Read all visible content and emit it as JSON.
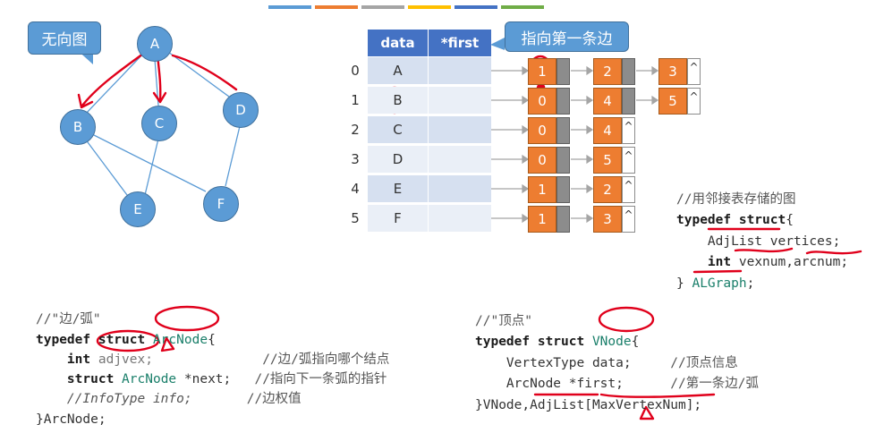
{
  "undirected_graph_label": "无向图",
  "first_edge_label": "指向第一条边",
  "graph_nodes": [
    "A",
    "B",
    "C",
    "D",
    "E",
    "F"
  ],
  "table": {
    "headers": [
      "data",
      "*first"
    ],
    "rows": [
      {
        "index": "0",
        "data": "A",
        "arcs": [
          {
            "v": "1",
            "end": false
          },
          {
            "v": "2",
            "end": false
          },
          {
            "v": "3",
            "end": true
          }
        ]
      },
      {
        "index": "1",
        "data": "B",
        "arcs": [
          {
            "v": "0",
            "end": false
          },
          {
            "v": "4",
            "end": false
          },
          {
            "v": "5",
            "end": true
          }
        ]
      },
      {
        "index": "2",
        "data": "C",
        "arcs": [
          {
            "v": "0",
            "end": false
          },
          {
            "v": "4",
            "end": true
          }
        ]
      },
      {
        "index": "3",
        "data": "D",
        "arcs": [
          {
            "v": "0",
            "end": false
          },
          {
            "v": "5",
            "end": true
          }
        ]
      },
      {
        "index": "4",
        "data": "E",
        "arcs": [
          {
            "v": "1",
            "end": false
          },
          {
            "v": "2",
            "end": true
          }
        ]
      },
      {
        "index": "5",
        "data": "F",
        "arcs": [
          {
            "v": "1",
            "end": false
          },
          {
            "v": "3",
            "end": true
          }
        ]
      }
    ],
    "null_marker": "^"
  },
  "algraph_code": {
    "comment": "//用邻接表存储的图",
    "l1_kw": "typedef struct",
    "l1_rest": "{",
    "l2_type": "AdjList",
    "l2_rest": " vertices;",
    "l3_kw": "int",
    "l3_rest": " vexnum,arcnum;",
    "l4_brace": "} ",
    "l4_name": "ALGraph",
    "l4_end": ";"
  },
  "arcnode_code": {
    "comment": "//\"边/弧\"",
    "l1_kw": "typedef struct",
    "l1_name": "ArcNode",
    "l1_end": "{",
    "l2_kw": "int",
    "l2_field": " adjvex;",
    "l2_comment": "//边/弧指向哪个结点",
    "l3_kw": "struct",
    "l3_type": " ArcNode",
    "l3_rest": " *next;",
    "l3_comment": "//指向下一条弧的指针",
    "l4_text": "//InfoType info;",
    "l4_comment": "//边权值",
    "l5": "}ArcNode;"
  },
  "vnode_code": {
    "comment": "//\"顶点\"",
    "l1_kw": "typedef struct",
    "l1_name": "VNode",
    "l1_end": "{",
    "l2_text": "VertexType data;",
    "l2_comment": "//顶点信息",
    "l3_text": "ArcNode *first;",
    "l3_comment": "//第一条边/弧",
    "l4_text": "}VNode,AdjList[MaxVertexNum];"
  },
  "colors": {
    "node_blue": "#5b9bd5",
    "header_blue": "#4472c4",
    "arc_orange": "#ed7d31",
    "pen_red": "#e0001b",
    "top_strip": [
      "#5b9bd5",
      "#ed7d31",
      "#a5a5a5",
      "#ffc000",
      "#4472c4",
      "#70ad47"
    ]
  }
}
